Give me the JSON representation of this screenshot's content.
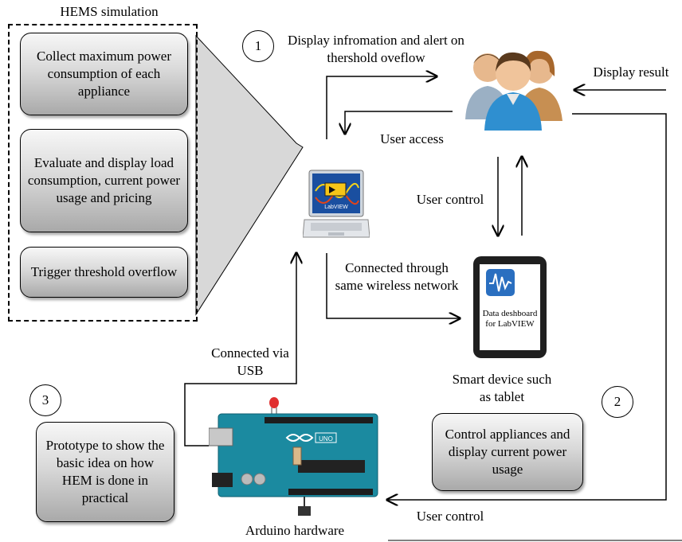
{
  "hems": {
    "title": "HEMS simulation",
    "box1": "Collect maximum power consumption of each appliance",
    "box2": "Evaluate and display load consumption, current power usage and pricing",
    "box3": "Trigger threshold overflow"
  },
  "steps": {
    "one": "1",
    "two": "2",
    "three": "3"
  },
  "labels": {
    "display_info": "Display infromation and alert on thershold oveflow",
    "display_result": "Display result",
    "user_access": "User access",
    "user_control_mid": "User control",
    "connected_wireless": "Connected through same wireless network",
    "connected_usb": "Connected via USB",
    "smart_device": "Smart device such as tablet",
    "control_box": "Control appliances and display current power usage",
    "prototype_box": "Prototype to show the basic idea on how HEM is done in practical",
    "user_control_bottom": "User control",
    "arduino": "Arduino hardware"
  },
  "laptop": {
    "screen_text": "LabVIEW"
  },
  "tablet": {
    "screen_text": "Data deshboard for LabVIEW"
  },
  "arduino_board": {
    "logo": "UNO"
  },
  "colors": {
    "arduino_blue": "#1b8aa0",
    "tablet_screen": "#ffffff",
    "laptop_screen": "#1a4fa0"
  }
}
